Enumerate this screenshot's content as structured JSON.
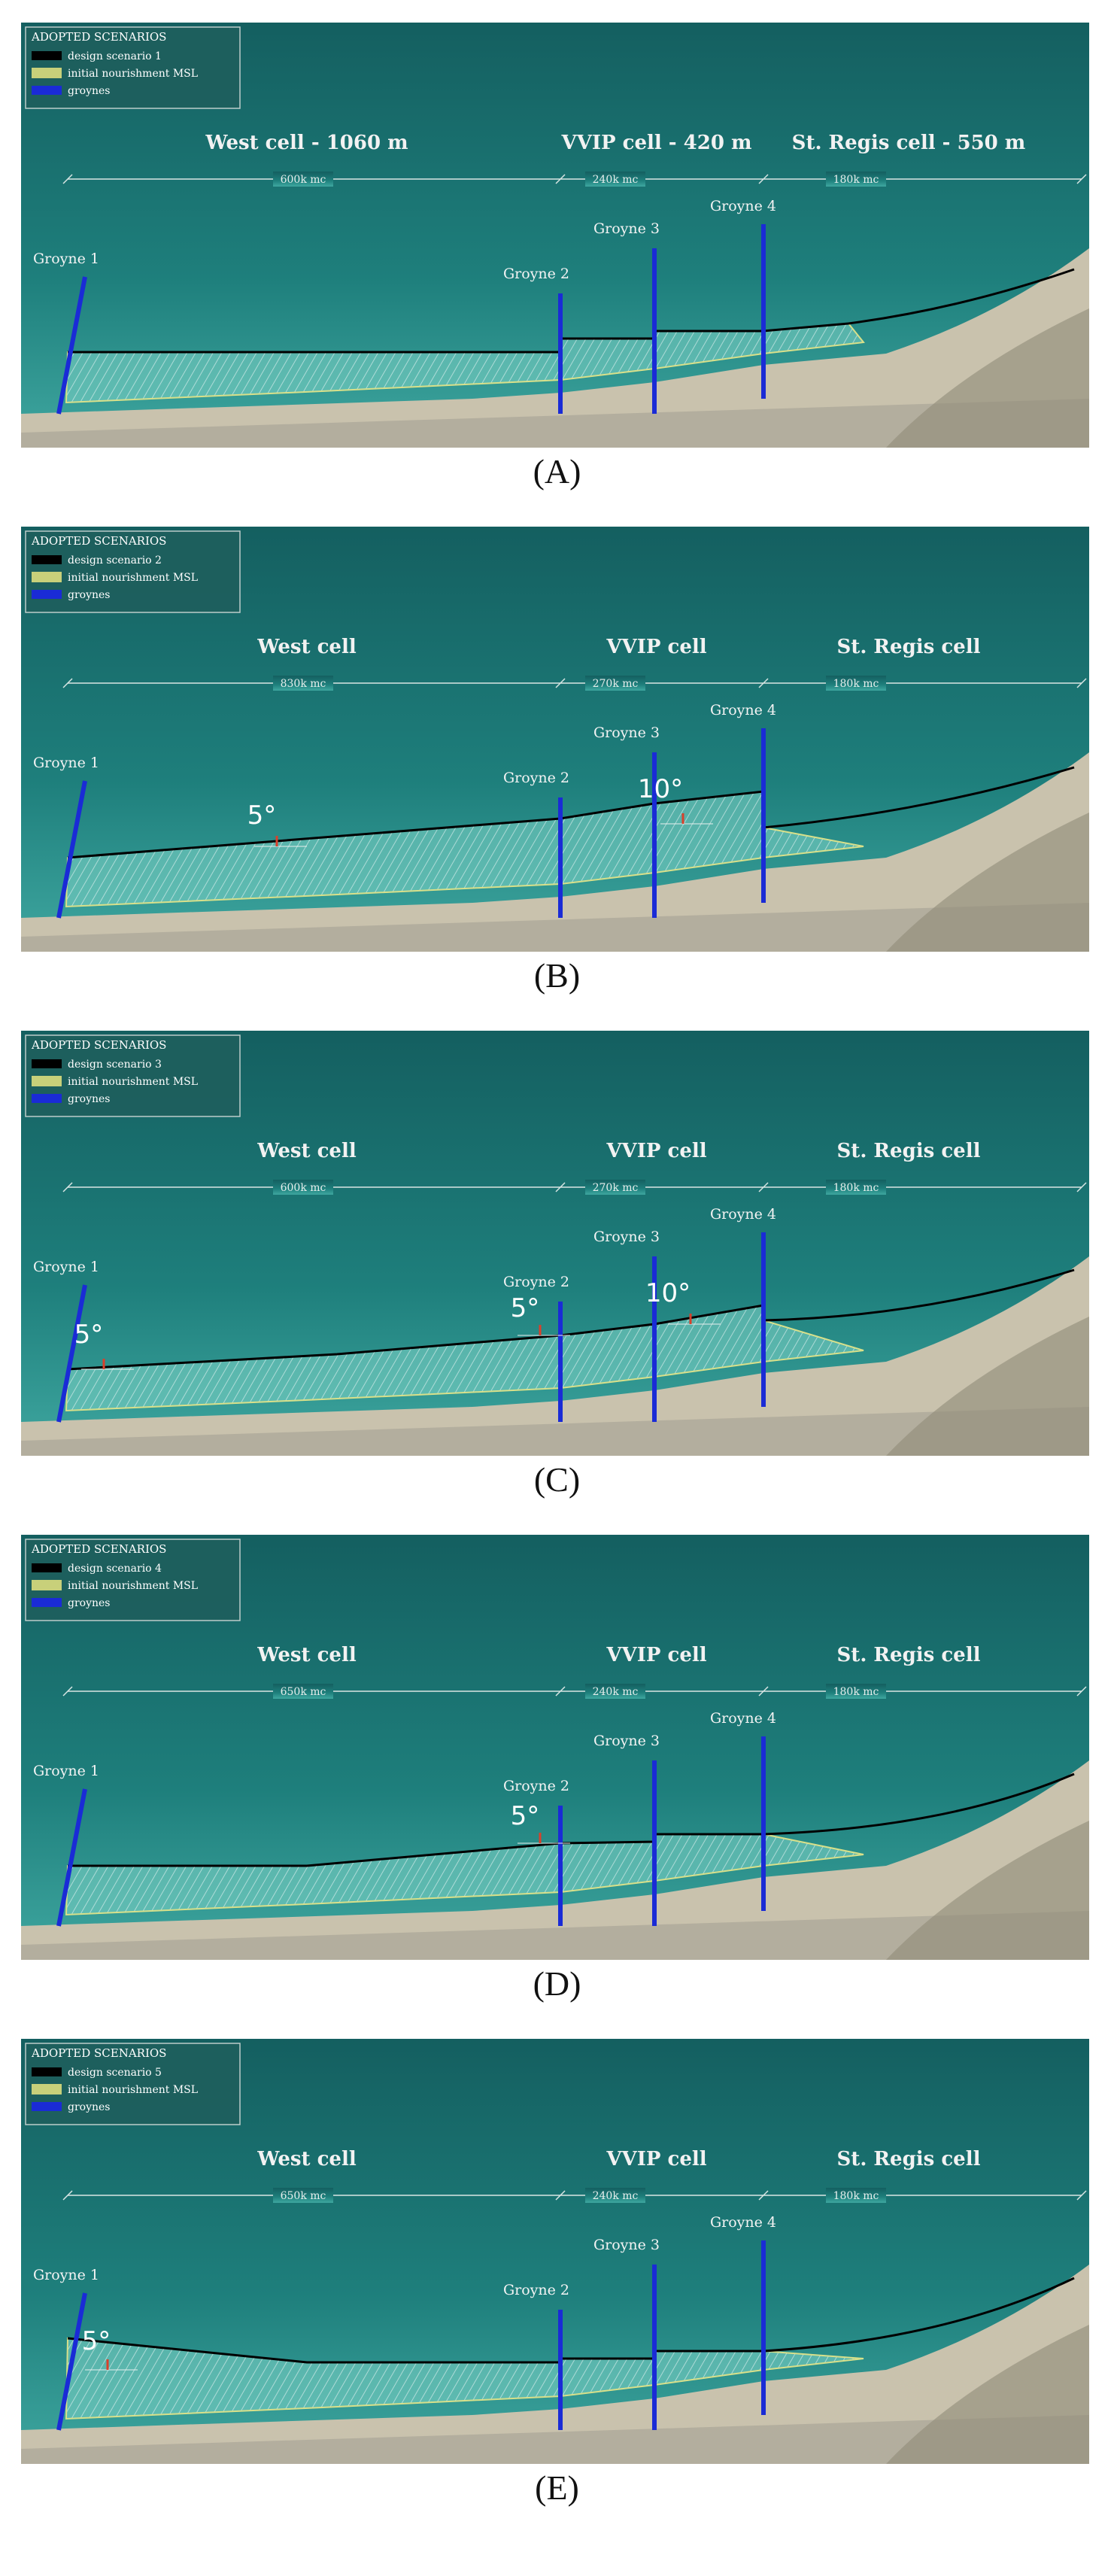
{
  "legend_title": "ADOPTED SCENARIOS",
  "legend_nourishment": "initial nourishment MSL",
  "legend_groynes": "groynes",
  "groyne_labels": [
    "Groyne 1",
    "Groyne 2",
    "Groyne 3",
    "Groyne 4"
  ],
  "colors": {
    "sea": "#1e7f7c",
    "sea_deep": "#145f60",
    "design_line": "#000000",
    "nourishment": "#7fd4c8",
    "groyne": "#1a2bd6",
    "angle_mark": "#d9402b",
    "beach": "#c9c2ad"
  },
  "panels": [
    {
      "caption": "(A)",
      "scenario": "design scenario 1",
      "cells": [
        "West cell - 1060 m",
        "VVIP cell - 420 m",
        "St. Regis cell -  550 m"
      ],
      "volumes": [
        "600k mc",
        "240k mc",
        "180k mc"
      ],
      "angles": []
    },
    {
      "caption": "(B)",
      "scenario": "design scenario 2",
      "cells": [
        "West cell",
        "VVIP cell",
        "St. Regis cell"
      ],
      "volumes": [
        "830k mc",
        "270k mc",
        "180k mc"
      ],
      "angles": [
        "5°",
        "10°"
      ]
    },
    {
      "caption": "(C)",
      "scenario": "design scenario 3",
      "cells": [
        "West cell",
        "VVIP cell",
        "St. Regis cell"
      ],
      "volumes": [
        "600k mc",
        "270k mc",
        "180k mc"
      ],
      "angles": [
        "5°",
        "5°",
        "10°"
      ]
    },
    {
      "caption": "(D)",
      "scenario": "design scenario 4",
      "cells": [
        "West cell",
        "VVIP cell",
        "St. Regis cell"
      ],
      "volumes": [
        "650k mc",
        "240k mc",
        "180k mc"
      ],
      "angles": [
        "5°"
      ]
    },
    {
      "caption": "(E)",
      "scenario": "design scenario 5",
      "cells": [
        "West cell",
        "VVIP cell",
        "St. Regis cell"
      ],
      "volumes": [
        "650k mc",
        "240k mc",
        "180k mc"
      ],
      "angles": [
        "5°"
      ]
    }
  ]
}
